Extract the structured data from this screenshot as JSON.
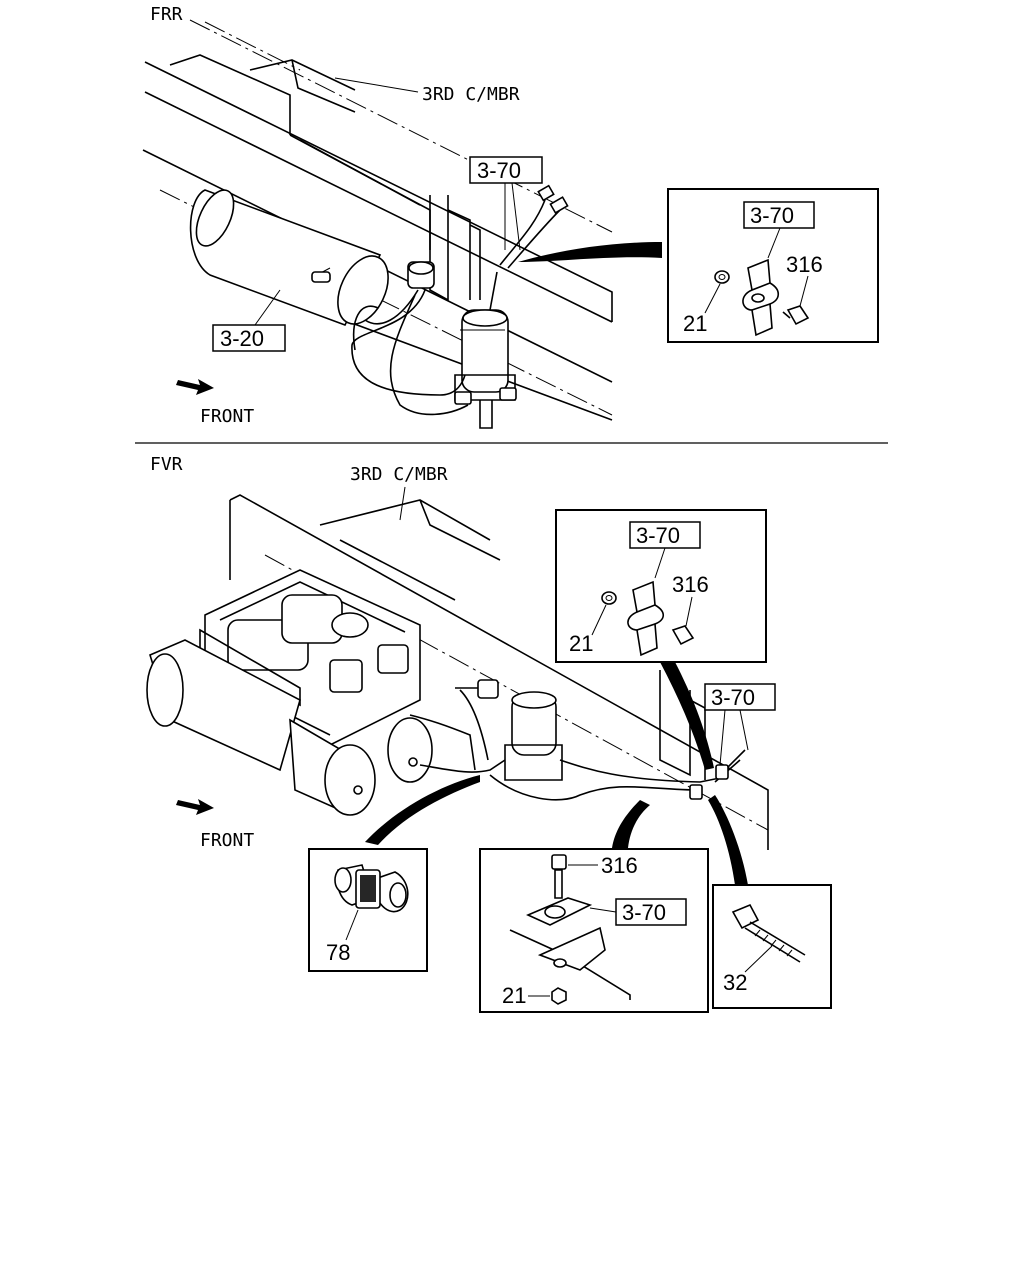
{
  "sections": {
    "frr": {
      "model_label": "FRR",
      "member_label": "3RD C/MBR",
      "front_label": "FRONT",
      "ref_main": "3-70",
      "ref_tank": "3-20",
      "detail": {
        "ref": "3-70",
        "part_a": "316",
        "part_b": "21"
      }
    },
    "fvr": {
      "model_label": "FVR",
      "member_label": "3RD C/MBR",
      "front_label": "FRONT",
      "ref_main": "3-70",
      "detail_clamp": {
        "ref": "3-70",
        "part_a": "316",
        "part_b": "21"
      },
      "detail_clip": {
        "part": "78"
      },
      "detail_bracket": {
        "ref": "3-70",
        "part_bolt": "316",
        "part_nut": "21"
      },
      "detail_tie": {
        "part": "32"
      }
    }
  }
}
